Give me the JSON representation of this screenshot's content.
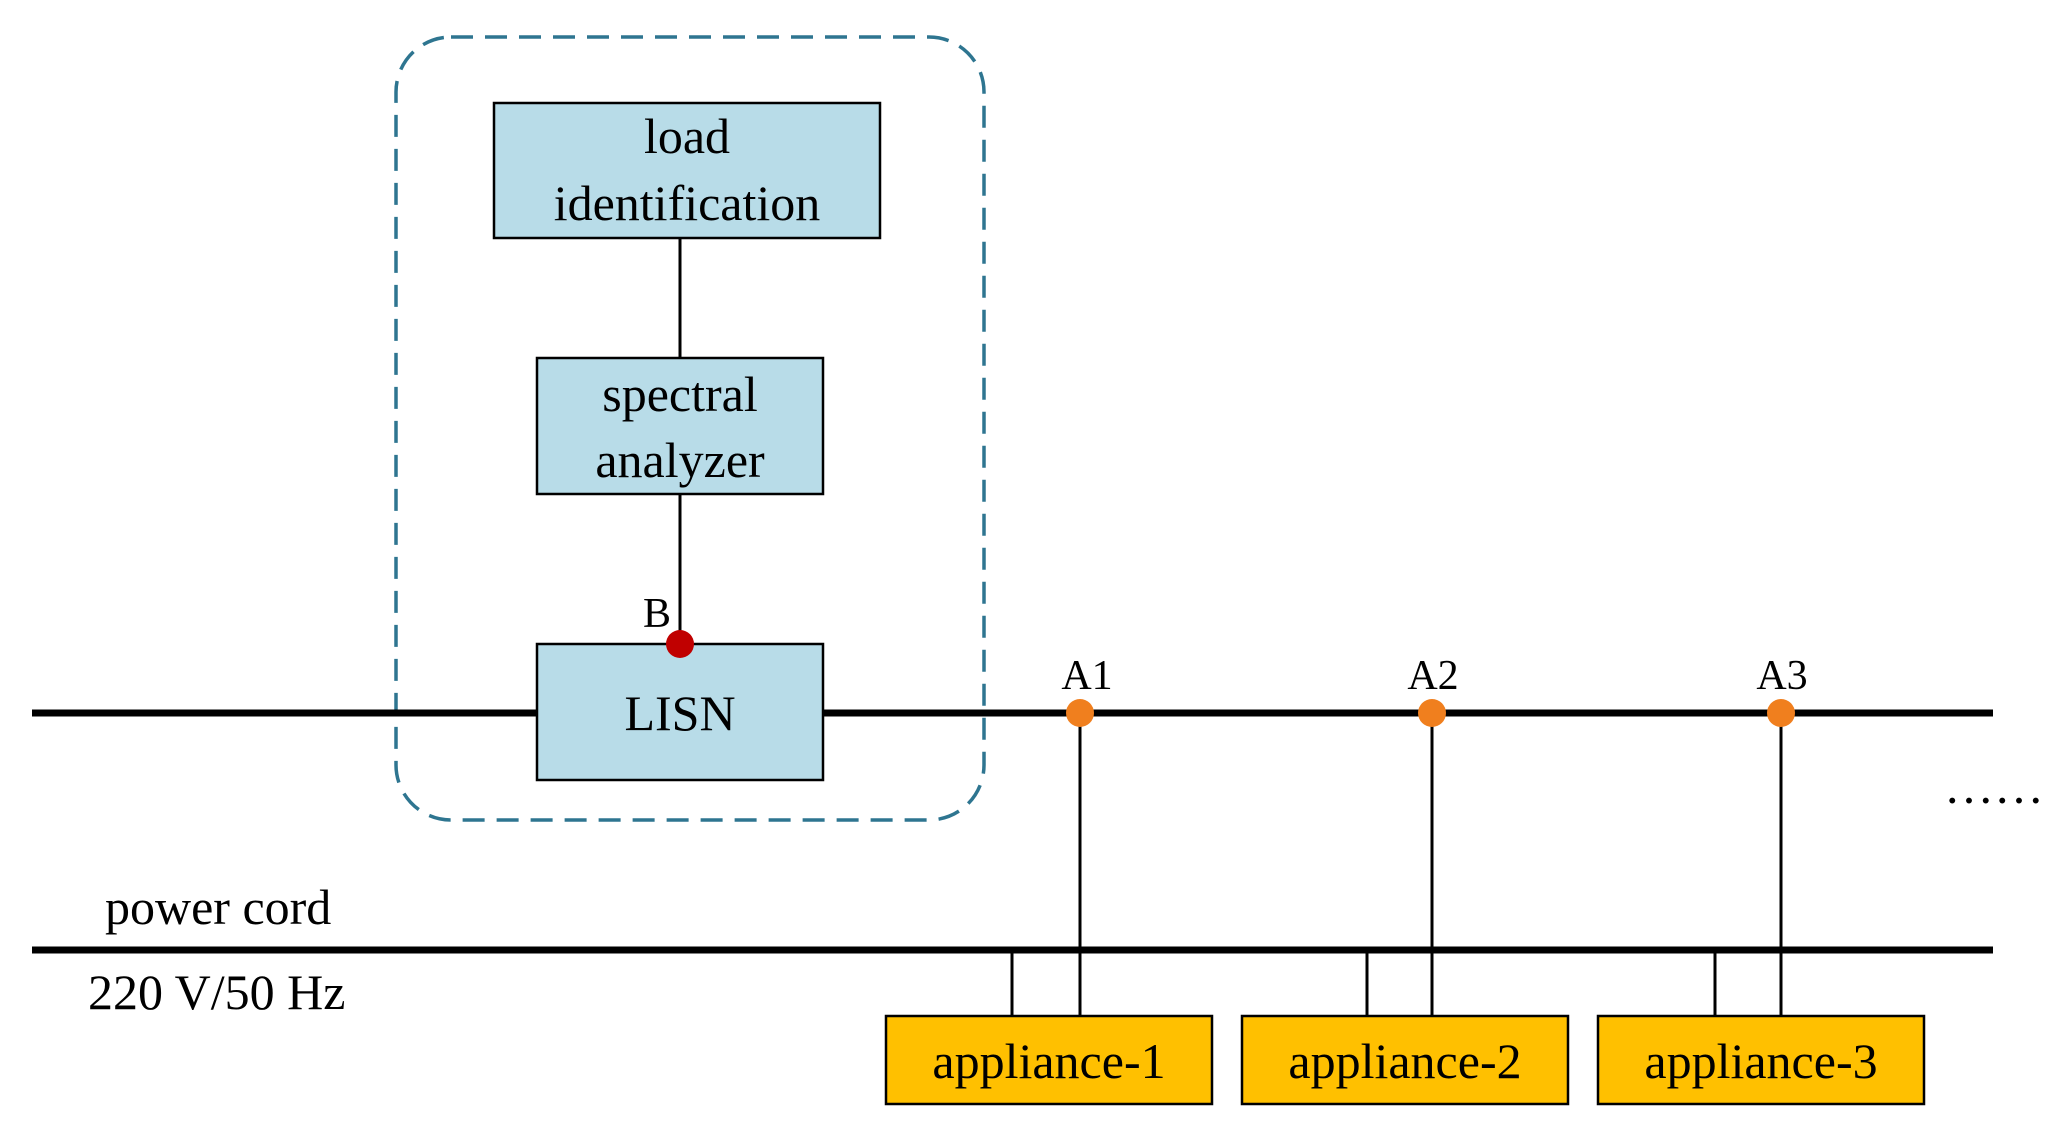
{
  "blocks": {
    "load_identification": {
      "line1": "load",
      "line2": "identification"
    },
    "spectral_analyzer": {
      "line1": "spectral",
      "line2": "analyzer"
    },
    "lisn": {
      "label": "LISN"
    }
  },
  "nodes": {
    "b": "B",
    "a1": "A1",
    "a2": "A2",
    "a3": "A3"
  },
  "appliances": [
    "appliance-1",
    "appliance-2",
    "appliance-3"
  ],
  "power_line": {
    "name": "power cord",
    "rating": "220 V/50 Hz"
  },
  "continuation": "……",
  "colors": {
    "block_fill": "#b8dce8",
    "appliance_fill": "#ffc000",
    "dashed_boundary": "#2e7590",
    "node_b": "#c00000",
    "node_a": "#f07f1e",
    "line": "#000000"
  }
}
